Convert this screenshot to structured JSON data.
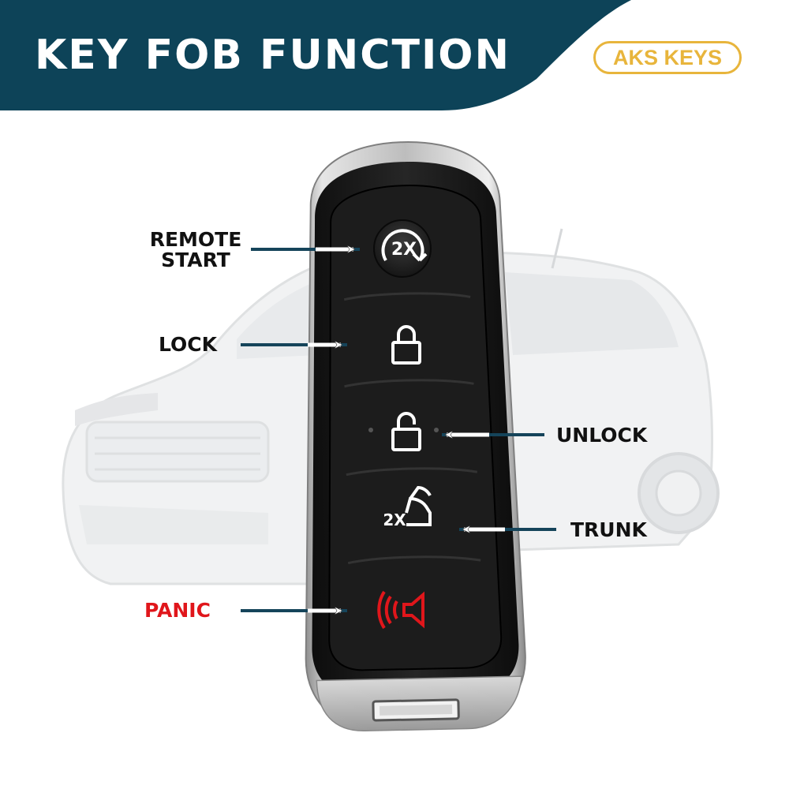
{
  "header": {
    "title": "KEY FOB FUNCTION",
    "brand": "AKS KEYS",
    "band_color": "#0d4358",
    "brand_color": "#e8b53c"
  },
  "labels": {
    "remote_start_line1": "REMOTE",
    "remote_start_line2": "START",
    "lock": "LOCK",
    "unlock": "UNLOCK",
    "trunk": "TRUNK",
    "panic": "PANIC"
  },
  "buttons": {
    "remote_start_glyph": "2X",
    "trunk_glyph": "2X"
  },
  "colors": {
    "panic": "#e0161b",
    "fob_body": "#1b1b1b",
    "fob_shell": "#c9c9c9"
  }
}
